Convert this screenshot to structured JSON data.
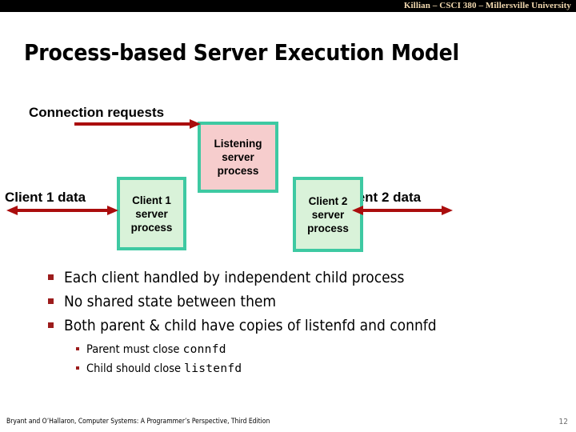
{
  "header": {
    "course_line": "Killian – CSCI 380 – Millersville University",
    "bar_color": "#000000",
    "text_color": "#f2d9b0"
  },
  "title": "Process-based Server Execution Model",
  "diagram": {
    "colors": {
      "box_border": "#3ec9a2",
      "listening_fill": "#f6cdcd",
      "client_fill": "#d9f2d9",
      "arrow": "#aa0d0d"
    },
    "boxes": [
      {
        "id": "listening",
        "lines": [
          "Listening",
          "server",
          "process"
        ],
        "fill": "#f6cdcd"
      },
      {
        "id": "client1",
        "lines": [
          "Client 1",
          "server",
          "process"
        ],
        "fill": "#d9f2d9"
      },
      {
        "id": "client2",
        "lines": [
          "Client 2",
          "server",
          "process"
        ],
        "fill": "#d9f2d9"
      }
    ],
    "labels": {
      "connection_requests": "Connection requests",
      "client1_data": "Client 1 data",
      "client2_data": "Client 2 data"
    },
    "arrows": {
      "connection_requests": "single-headed-right-arrow",
      "client1_data": "double-headed-arrow",
      "client2_data": "double-headed-arrow"
    }
  },
  "bullets": [
    "Each client handled by independent child process",
    "No shared state between them",
    "Both parent & child have copies of listenfd and connfd"
  ],
  "subbullets": [
    {
      "prefix": "Parent must close ",
      "code": "connfd"
    },
    {
      "prefix": "Child should close ",
      "code": "listenfd"
    }
  ],
  "footer": {
    "reference": "Bryant and O’Hallaron, Computer Systems: A Programmer’s Perspective, Third Edition",
    "page_number": "12"
  }
}
